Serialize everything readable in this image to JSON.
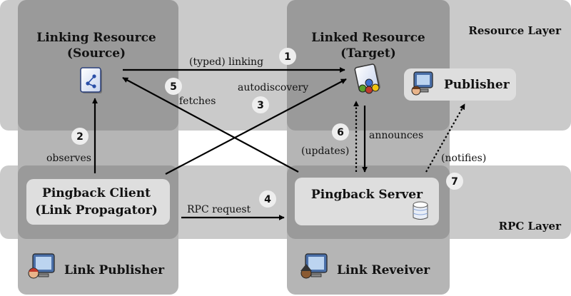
{
  "layers": {
    "resource": "Resource Layer",
    "rpc": "RPC Layer"
  },
  "columns": {
    "link_publisher": "Link Publisher",
    "link_receiver": "Link Reveiver"
  },
  "nodes": {
    "source_line1": "Linking Resource",
    "source_line2": "(Source)",
    "target_line1": "Linked Resource",
    "target_line2": "(Target)",
    "publisher": "Publisher",
    "client_line1": "Pingback Client",
    "client_line2": "(Link Propagator)",
    "server": "Pingback Server"
  },
  "edges": [
    {
      "number": "1",
      "label": "(typed) linking"
    },
    {
      "number": "2",
      "label": "observes"
    },
    {
      "number": "3",
      "label": "autodiscovery"
    },
    {
      "number": "4",
      "label": "RPC request"
    },
    {
      "number": "5",
      "label": "fetches"
    },
    {
      "number": "6",
      "label": "(updates)"
    },
    {
      "number": "7",
      "label": "(notifies)"
    }
  ],
  "extra_labels": {
    "announces": "announces"
  },
  "colors": {
    "page_bg": "#ffffff",
    "band": "#cacaca",
    "column": "#b5b5b5",
    "overlap": "#9a9a9a",
    "node_box": "#dedede",
    "badge": "#eeeeee",
    "arrow": "#000000"
  },
  "icons": [
    "document-link-icon",
    "document-people-icon",
    "monitor-user-icon",
    "database-icon"
  ]
}
